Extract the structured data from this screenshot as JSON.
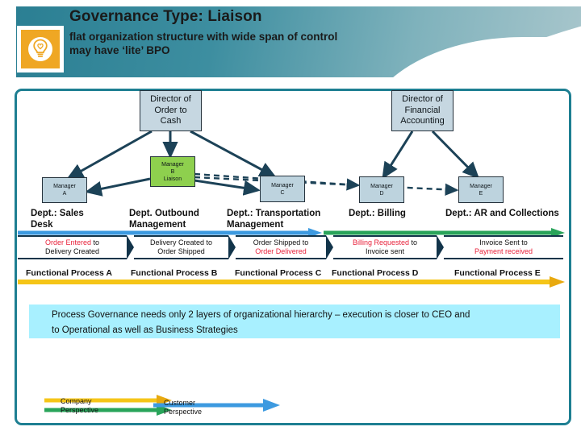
{
  "header": {
    "logo_icon": "lightbulb-heart-icon",
    "title": "Governance Type: Liaison",
    "subtitle_line1": "flat organization structure with wide span of control",
    "subtitle_line2": "may have ‘lite’ BPO",
    "accent_color": "#2b7f93",
    "logo_color": "#efa724"
  },
  "org_chart": {
    "directors": [
      {
        "id": "dir-order-to-cash",
        "label": "Director of Order to Cash",
        "line1": "Director of",
        "line2": "Order to",
        "line3": "Cash"
      },
      {
        "id": "dir-financial-accounting",
        "label": "Director of Financial Accounting",
        "line1": "Director of",
        "line2": "Financial",
        "line3": "Accounting"
      }
    ],
    "managers": [
      {
        "id": "manager-a",
        "line1": "Manager",
        "line2": "A",
        "line3": "",
        "color": "#bdd3de"
      },
      {
        "id": "manager-b-liaison",
        "line1": "Manager",
        "line2": "B",
        "line3": "Liaison",
        "color": "#8ed04e"
      },
      {
        "id": "manager-c",
        "line1": "Manager",
        "line2": "C",
        "line3": "",
        "color": "#bdd3de"
      },
      {
        "id": "manager-d",
        "line1": "Manager",
        "line2": "D",
        "line3": "",
        "color": "#bdd3de"
      },
      {
        "id": "manager-e",
        "line1": "Manager",
        "line2": "E",
        "line3": "",
        "color": "#bdd3de"
      }
    ]
  },
  "departments": [
    {
      "id": "dept-sales-desk",
      "line1": "Dept.: Sales",
      "line2": "Desk"
    },
    {
      "id": "dept-outbound-management",
      "line1": "Dept. Outbound",
      "line2": "Management"
    },
    {
      "id": "dept-transportation-management",
      "line1": "Dept.: Transportation",
      "line2": "Management"
    },
    {
      "id": "dept-billing",
      "line1": "Dept.: Billing",
      "line2": ""
    },
    {
      "id": "dept-ar-collections",
      "line1": "Dept.: AR and Collections",
      "line2": ""
    }
  ],
  "process_band": {
    "customer_arrow_color": "#3d9ae0",
    "company_arrow_color": "#29a45a",
    "functional_arrow_color": "#f5c518",
    "steps": [
      {
        "id": "process-a",
        "from": "Order Entered",
        "from_red": true,
        "mid": " to",
        "to": "Delivery Created",
        "to_red": false,
        "process_label": "Functional Process A"
      },
      {
        "id": "process-b",
        "from": "Delivery Created",
        "from_red": false,
        "mid": " to",
        "to": "Order Shipped",
        "to_red": false,
        "process_label": "Functional Process B"
      },
      {
        "id": "process-c",
        "from": "Order Shipped",
        "from_red": false,
        "mid": " to",
        "to": "Order Delivered",
        "to_red": true,
        "process_label": "Functional Process C"
      },
      {
        "id": "process-d",
        "from": "Billing Requested",
        "from_red": true,
        "mid": " to",
        "to": "Invoice sent",
        "to_red": false,
        "process_label": "Functional Process D"
      },
      {
        "id": "process-e",
        "from": "Invoice Sent",
        "from_red": false,
        "mid": " to",
        "to": "Payment received",
        "to_red": true,
        "process_label": "Functional Process E"
      }
    ]
  },
  "callout": {
    "line1": "Process Governance needs only 2 layers of organizational hierarchy – execution is closer to CEO and",
    "line2": "to Operational as well as Business Strategies",
    "bg_color": "#a8f0ff"
  },
  "legend": {
    "items": [
      {
        "id": "legend-company",
        "line1": "Company",
        "line2": "Perspective",
        "colors": [
          "#f5c518",
          "#29a45a"
        ]
      },
      {
        "id": "legend-customer",
        "line1": "Customer",
        "line2": "Perspective",
        "colors": [
          "#3d9ae0"
        ]
      }
    ]
  }
}
